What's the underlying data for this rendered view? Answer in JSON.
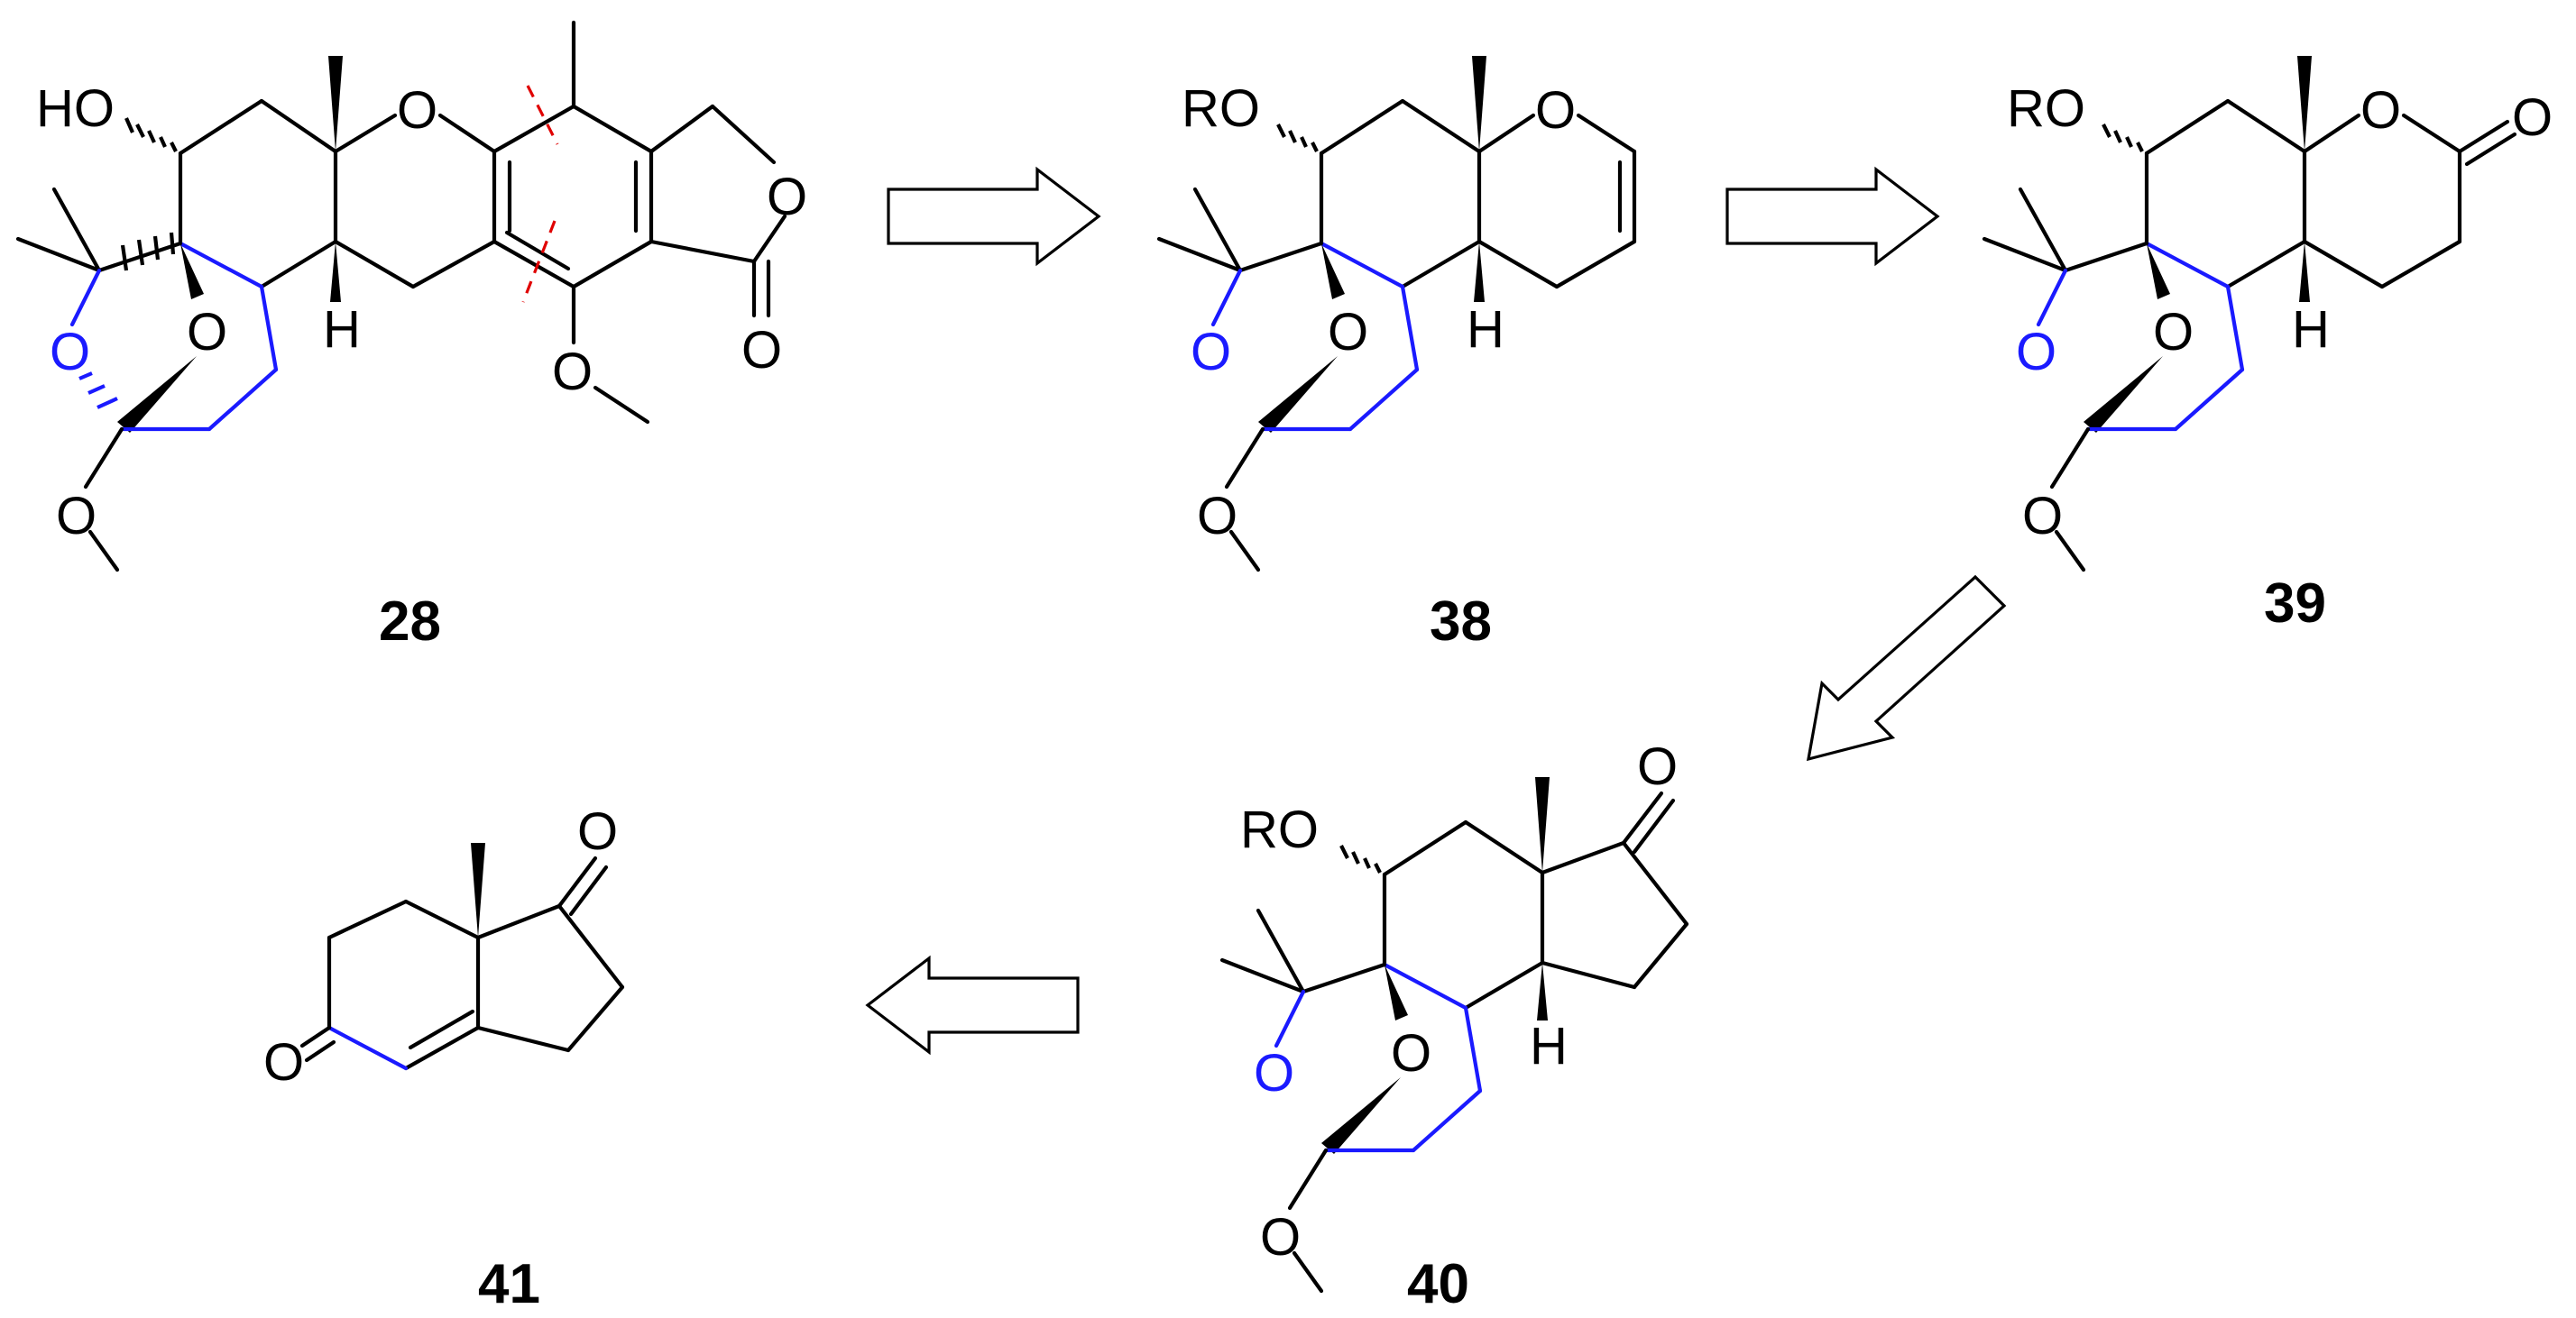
{
  "compounds": [
    {
      "label": "28"
    },
    {
      "label": "38"
    },
    {
      "label": "39"
    },
    {
      "label": "40"
    },
    {
      "label": "41"
    }
  ],
  "atoms": {
    "oxygen": "O",
    "hydrogen": "H",
    "hydroxy": "HO",
    "ether_r": "RO"
  },
  "colors": {
    "bond": "#000000",
    "highlight": "#1a1aff",
    "disconnection": "#e00000"
  },
  "arrows": [
    {
      "type": "retrosynthetic",
      "from": "28",
      "to": "38",
      "direction": "right"
    },
    {
      "type": "retrosynthetic",
      "from": "38",
      "to": "39",
      "direction": "right"
    },
    {
      "type": "retrosynthetic",
      "from": "39",
      "to": "40",
      "direction": "down-left"
    },
    {
      "type": "retrosynthetic",
      "from": "40",
      "to": "41",
      "direction": "left"
    }
  ]
}
